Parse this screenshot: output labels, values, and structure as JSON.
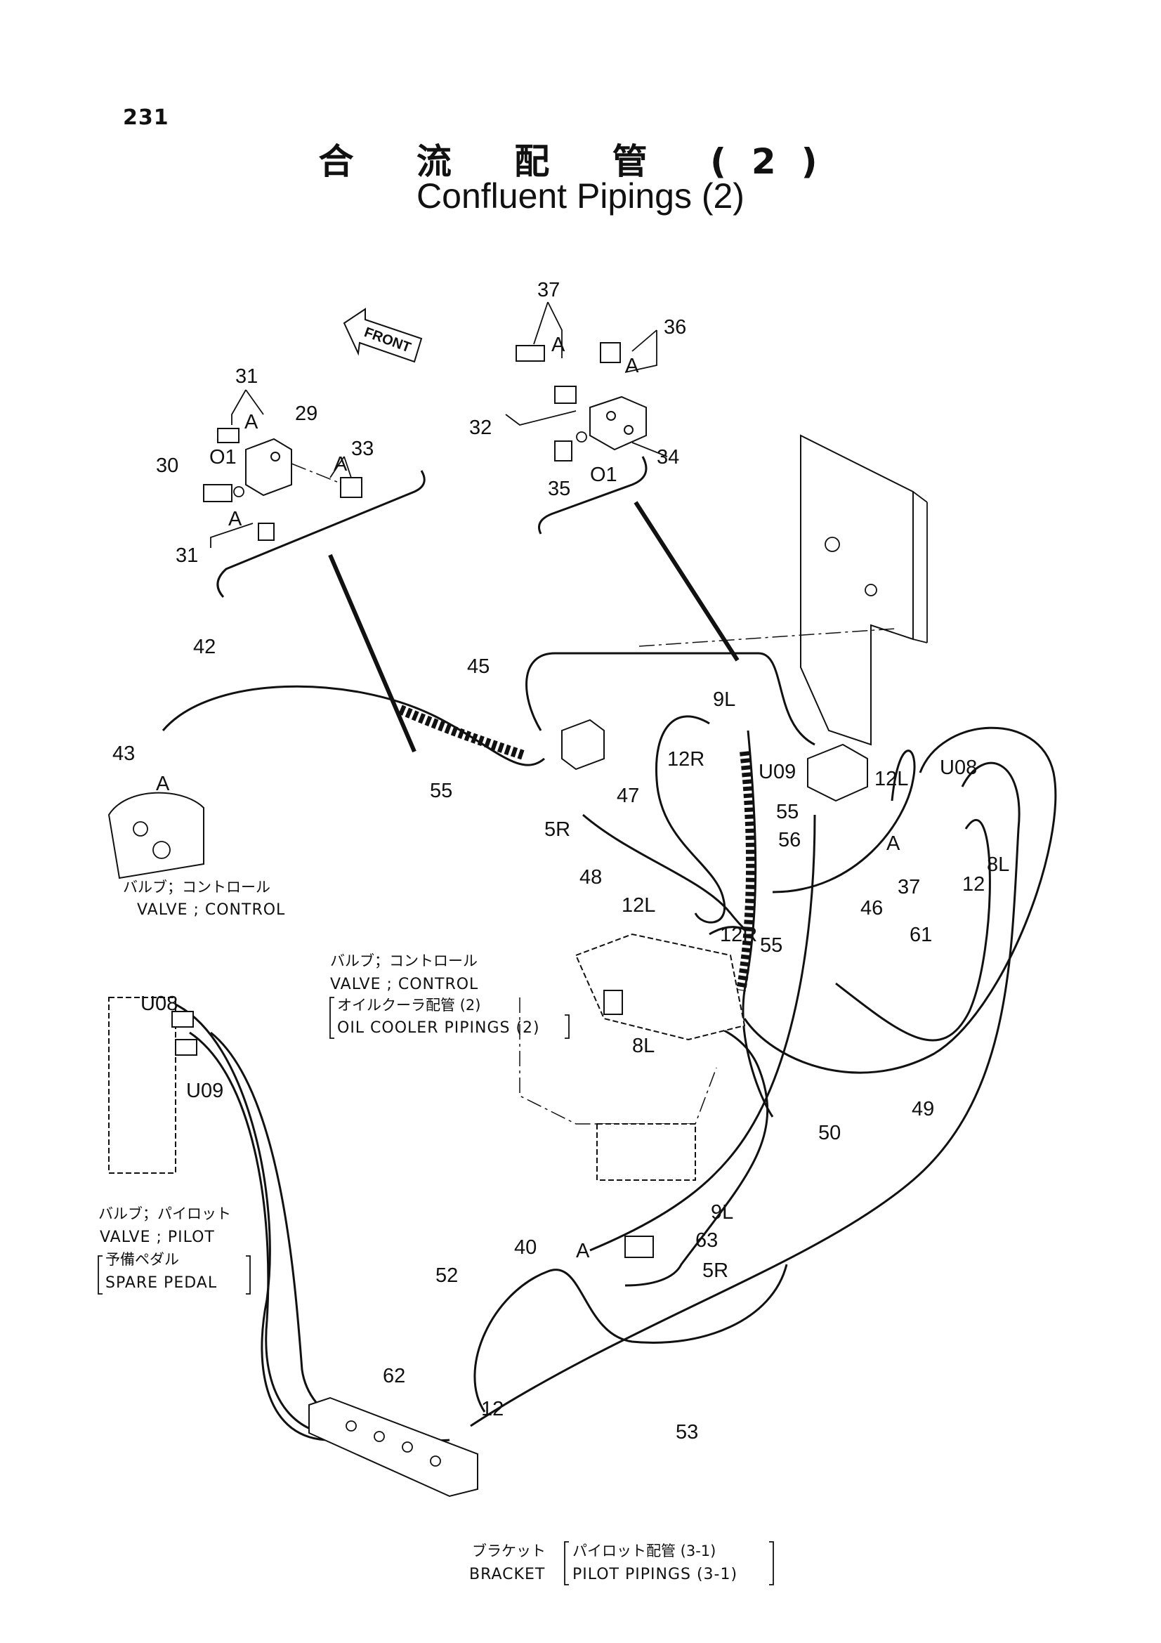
{
  "page_number": "231",
  "title_jp": "合 流 配 管 (2)",
  "title_en": "Confluent Pipings (2)",
  "front_arrow_label": "FRONT",
  "callouts": {
    "c37a": "37",
    "c36": "36",
    "cA1": "A",
    "cA2": "A",
    "c32": "32",
    "c34": "34",
    "c35": "35",
    "c01a": "O1",
    "c31a": "31",
    "c29": "29",
    "cA3": "A",
    "c30": "30",
    "c01b": "O1",
    "c33": "33",
    "cA4": "A",
    "cA5": "A",
    "c31b": "31",
    "c42": "42",
    "c43": "43",
    "cA6": "A",
    "c55a": "55",
    "c45": "45",
    "c9La": "9L",
    "c12Ra": "12R",
    "c47": "47",
    "c5Ra": "5R",
    "cU09a": "U09",
    "c55b": "55",
    "c12La": "12L",
    "cU08a": "U08",
    "c56": "56",
    "c48": "48",
    "cA7": "A",
    "c37b": "37",
    "c12a": "12",
    "c8La": "8L",
    "c46": "46",
    "c12Lb": "12L",
    "c12Rb": "12R",
    "c55c": "55",
    "c61": "61",
    "c8Lb": "8L",
    "cU08b": "U08",
    "cU09b": "U09",
    "c49": "49",
    "c50": "50",
    "c9Lb": "9L",
    "c63": "63",
    "c40": "40",
    "cA8": "A",
    "c5Rb": "5R",
    "c52": "52",
    "c62": "62",
    "c12b": "12",
    "c53": "53"
  },
  "captions": {
    "valve_control_1_jp": "バルブ；コントロール",
    "valve_control_1_en": "VALVE ; CONTROL",
    "valve_control_2_jp": "バルブ；コントロール",
    "valve_control_2_en": "VALVE ; CONTROL",
    "oil_cooler_jp": "オイルクーラ配管 (2)",
    "oil_cooler_en": "OIL COOLER PIPINGS (2)",
    "valve_pilot_jp": "バルブ；パイロット",
    "valve_pilot_en": "VALVE ; PILOT",
    "spare_pedal_jp": "予備ペダル",
    "spare_pedal_en": "SPARE PEDAL",
    "bracket_jp": "ブラケット",
    "bracket_en": "BRACKET",
    "pilot_pipings_jp": "パイロット配管 (3-1)",
    "pilot_pipings_en": "PILOT PIPINGS (3-1)"
  }
}
